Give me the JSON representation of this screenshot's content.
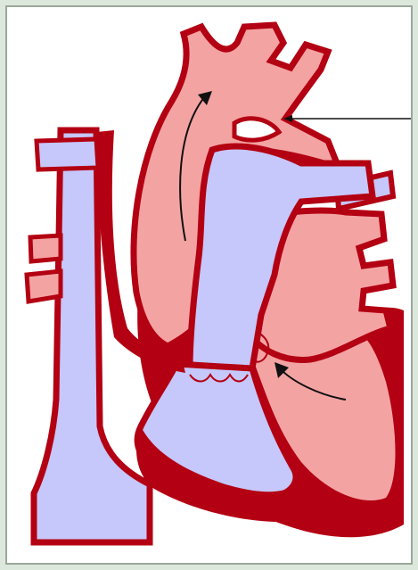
{
  "figure": {
    "title": "",
    "labels": []
  },
  "colors": {
    "frame_background": "#dde8dc",
    "canvas": "#ffffff",
    "oxygenated": "#f4a3a3",
    "deoxygenated": "#c6c7fb",
    "wall": "#b30012",
    "arrow": "#111111"
  },
  "structures": {
    "aorta": "aortic-arch",
    "pulmonary_artery": "pulmonary-artery",
    "vena_cava": "vena-cava",
    "left_ventricle": "left-ventricle",
    "right_ventricle": "right-ventricle",
    "left_atrium": "left-atrium"
  }
}
